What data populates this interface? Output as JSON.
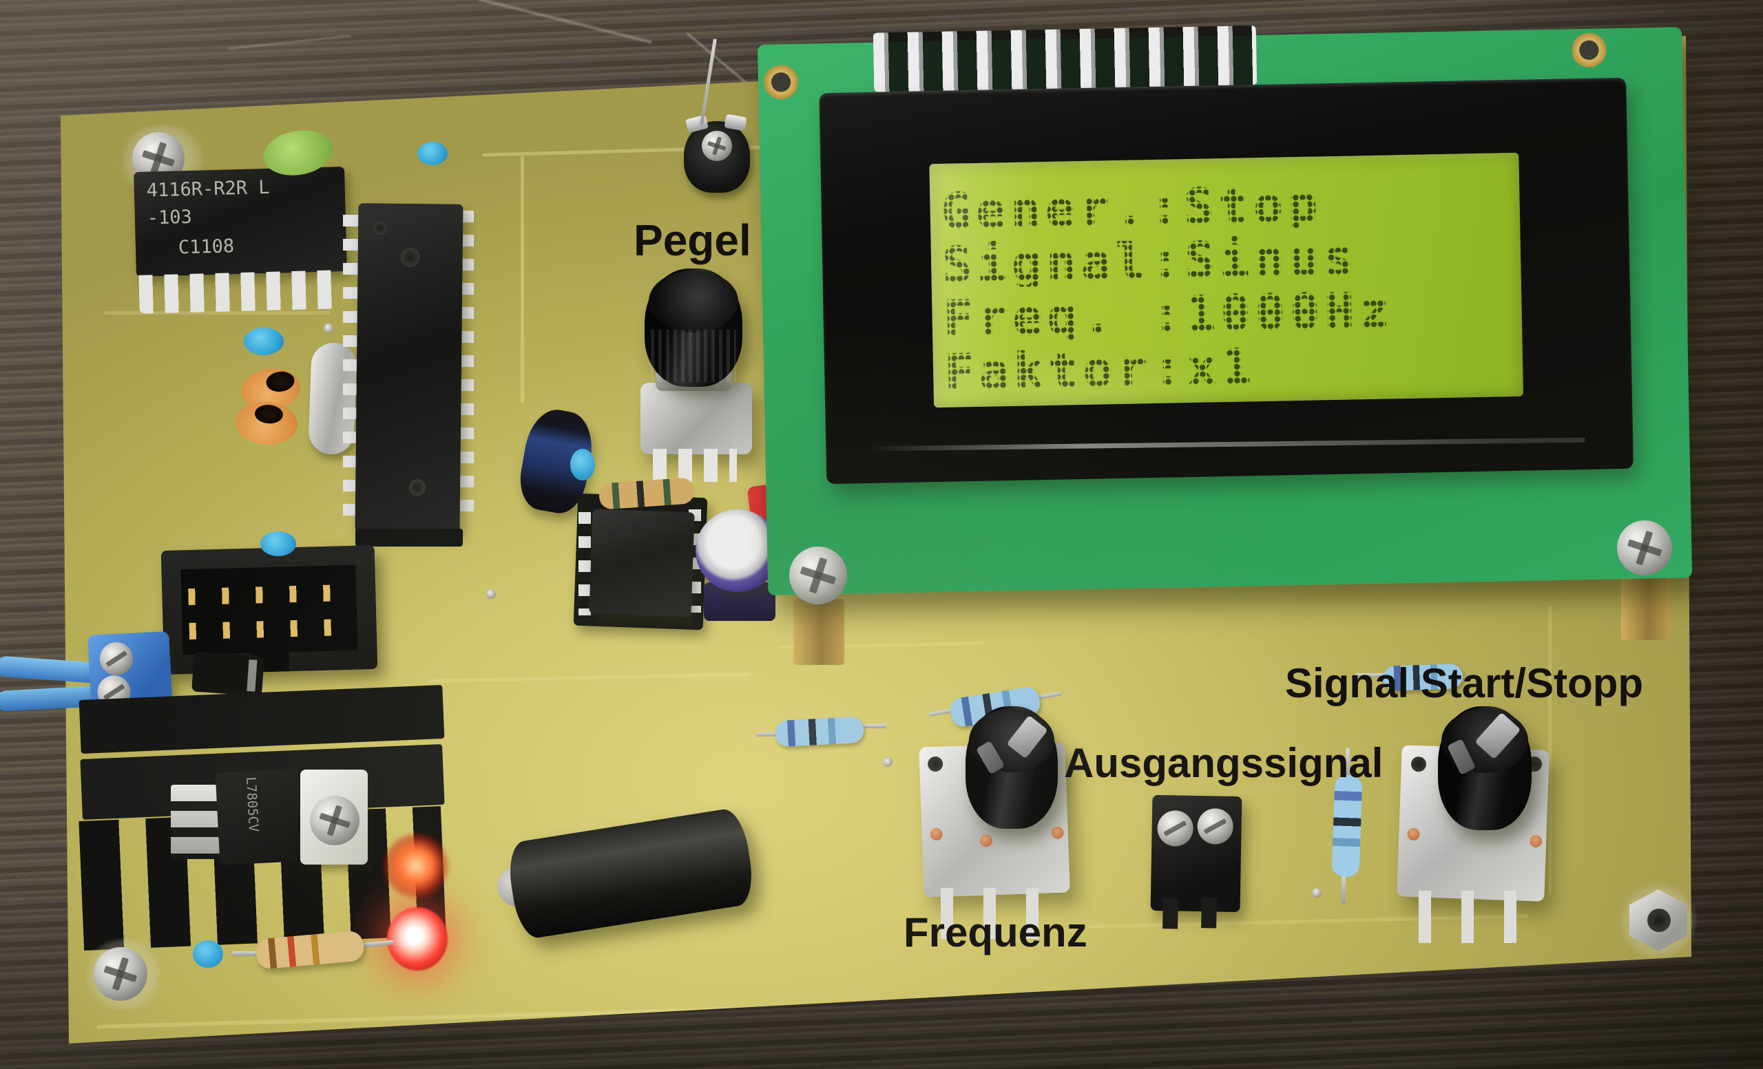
{
  "labels": {
    "pegel": "Pegel",
    "signal_start_stopp": "Signal Start/Stopp",
    "ausgangssignal": "Ausgangssignal",
    "frequenz": "Frequenz"
  },
  "lcd": {
    "line1": "Gener.:Stop",
    "line2": "Signal:Sinus",
    "line3": "Freq. :1000Hz",
    "line4": "Faktor:x1     _"
  },
  "markings": {
    "resistor_network_line1": "4116R-R2R L",
    "resistor_network_line2": "-103",
    "resistor_network_line3": "C1108",
    "regulator": "L7805CV"
  },
  "colors": {
    "pcb": "#c9bf66",
    "lcd_module_pcb": "#2fa257",
    "lcd_display": "#a3c230",
    "lcd_text": "#2c3c0e",
    "annotation_text": "#131110",
    "wood_background": "#453d34",
    "led_on": "#ff4438"
  }
}
